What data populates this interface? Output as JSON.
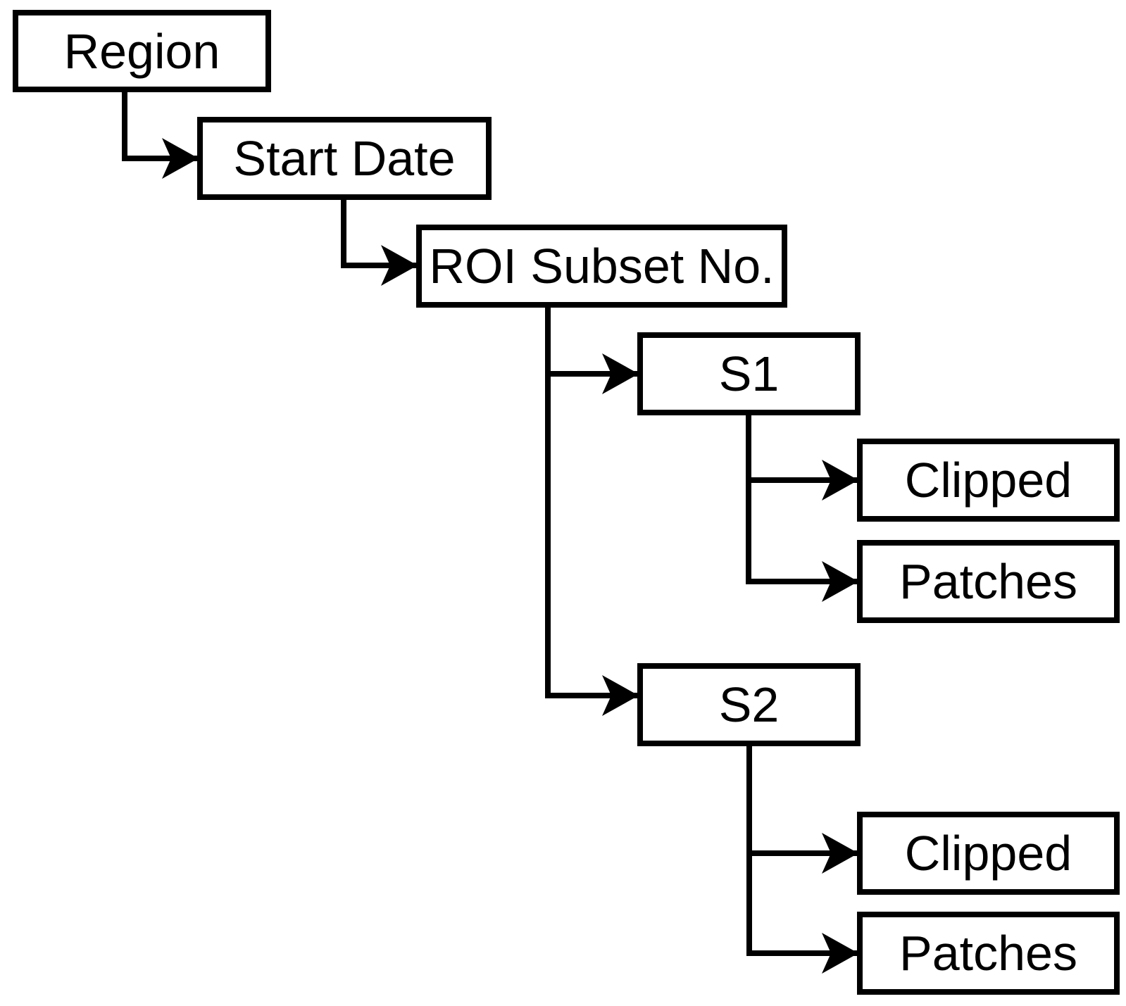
{
  "diagram": {
    "type": "tree",
    "background_color": "#ffffff",
    "box_fill_color": "#ffffff",
    "box_border_color": "#000000",
    "line_color": "#000000",
    "text_color": "#000000",
    "nodes": [
      {
        "id": "region",
        "label": "Region"
      },
      {
        "id": "start-date",
        "label": "Start Date"
      },
      {
        "id": "roi-subset-no",
        "label": "ROI Subset No."
      },
      {
        "id": "s1",
        "label": "S1"
      },
      {
        "id": "s1-clipped",
        "label": "Clipped"
      },
      {
        "id": "s1-patches",
        "label": "Patches"
      },
      {
        "id": "s2",
        "label": "S2"
      },
      {
        "id": "s2-clipped",
        "label": "Clipped"
      },
      {
        "id": "s2-patches",
        "label": "Patches"
      }
    ],
    "edges": [
      {
        "from": "region",
        "to": "start-date"
      },
      {
        "from": "start-date",
        "to": "roi-subset-no"
      },
      {
        "from": "roi-subset-no",
        "to": "s1"
      },
      {
        "from": "roi-subset-no",
        "to": "s2"
      },
      {
        "from": "s1",
        "to": "s1-clipped"
      },
      {
        "from": "s1",
        "to": "s1-patches"
      },
      {
        "from": "s2",
        "to": "s2-clipped"
      },
      {
        "from": "s2",
        "to": "s2-patches"
      }
    ]
  }
}
